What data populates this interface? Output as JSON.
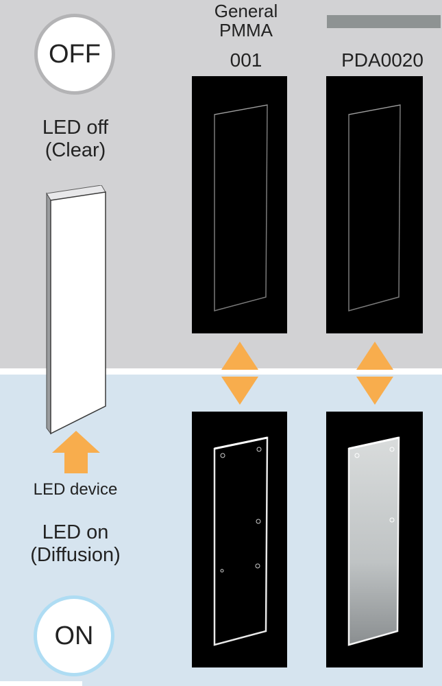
{
  "off_section": {
    "badge": "OFF",
    "label_line1": "LED off",
    "label_line2": "(Clear)"
  },
  "on_section": {
    "badge": "ON",
    "device_label": "LED device",
    "label_line1": "LED on",
    "label_line2": "(Diffusion)"
  },
  "columns": [
    {
      "header_line1": "General",
      "header_line2": "PMMA",
      "code": "001"
    },
    {
      "code": "PDA0020"
    }
  ],
  "colors": {
    "off_background": "#d2d2d4",
    "on_background": "#d6e4ef",
    "arrow": "#f8ad4d",
    "off_ring": "#b3b3b5",
    "on_ring": "#aedcf3"
  },
  "icons": [
    "double-arrow-icon",
    "up-arrow-icon"
  ]
}
